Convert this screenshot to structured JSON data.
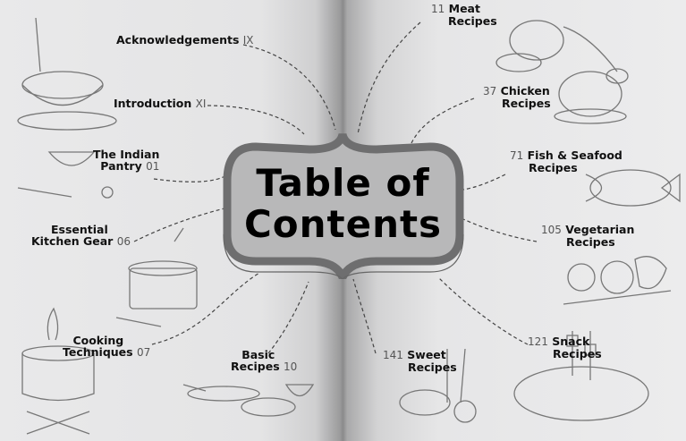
{
  "title": {
    "line1": "Table of",
    "line2": "Contents"
  },
  "left_entries": [
    {
      "lines": [
        "Acknowledgements"
      ],
      "page": "IX"
    },
    {
      "lines": [
        "Introduction"
      ],
      "page": "XI"
    },
    {
      "lines": [
        "The Indian",
        "Pantry"
      ],
      "page": "01"
    },
    {
      "lines": [
        "Essential",
        "Kitchen Gear"
      ],
      "page": "06"
    },
    {
      "lines": [
        "Cooking",
        "Techniques"
      ],
      "page": "07"
    },
    {
      "lines": [
        "Basic",
        "Recipes"
      ],
      "page": "10"
    }
  ],
  "right_entries": [
    {
      "lines": [
        "Meat",
        "Recipes"
      ],
      "page": "11"
    },
    {
      "lines": [
        "Chicken",
        "Recipes"
      ],
      "page": "37"
    },
    {
      "lines": [
        "Fish & Seafood",
        "Recipes"
      ],
      "page": "71"
    },
    {
      "lines": [
        "Vegetarian",
        "Recipes"
      ],
      "page": "105"
    },
    {
      "lines": [
        "Sweet",
        "Recipes"
      ],
      "page": "141"
    },
    {
      "lines": [
        "Snack",
        "Recipes"
      ],
      "page": "121"
    }
  ]
}
